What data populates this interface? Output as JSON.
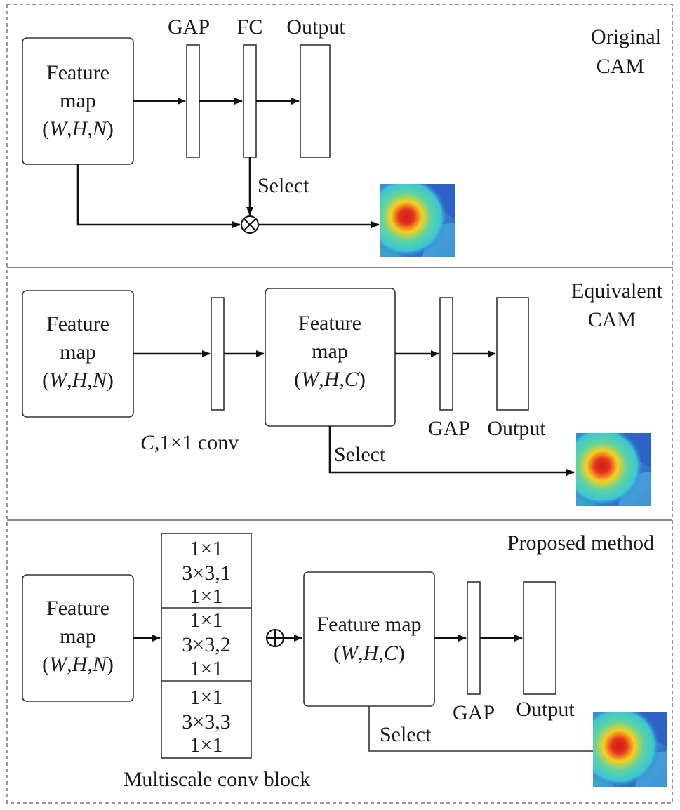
{
  "panels": {
    "original": {
      "title_line1": "Original",
      "title_line2": "CAM",
      "feature_map": {
        "line1": "Feature",
        "line2": "map",
        "line3_args": [
          "W",
          "H",
          "N"
        ]
      },
      "gap_label": "GAP",
      "fc_label": "FC",
      "output_label": "Output",
      "select_label": "Select",
      "multiply_symbol": "⊗"
    },
    "equivalent": {
      "title_line1": "Equivalent",
      "title_line2": "CAM",
      "feature_map_in": {
        "line1": "Feature",
        "line2": "map",
        "line3_args": [
          "W",
          "H",
          "N"
        ]
      },
      "conv_label_var": "C",
      "conv_label_rest": ",1×1 conv",
      "feature_map_out": {
        "line1": "Feature",
        "line2": "map",
        "line3_args": [
          "W",
          "H",
          "C"
        ]
      },
      "gap_label": "GAP",
      "output_label": "Output",
      "select_label": "Select"
    },
    "proposed": {
      "title": "Proposed method",
      "feature_map_in": {
        "line1": "Feature",
        "line2": "map",
        "line3_args": [
          "W",
          "H",
          "N"
        ]
      },
      "conv_blocks": [
        [
          "1×1",
          "3×3,1",
          "1×1"
        ],
        [
          "1×1",
          "3×3,2",
          "1×1"
        ],
        [
          "1×1",
          "3×3,3",
          "1×1"
        ]
      ],
      "block_caption": "Multiscale conv block",
      "sum_symbol": "⊕",
      "feature_map_out": {
        "line1": "Feature map",
        "line2_args": [
          "W",
          "H",
          "C"
        ]
      },
      "gap_label": "GAP",
      "output_label": "Output",
      "select_label": "Select"
    }
  },
  "heatmap_colors": {
    "background": "#2f6fd0",
    "mid": "#3cc6d6",
    "warm": "#f5d020",
    "hot": "#e8321e"
  }
}
